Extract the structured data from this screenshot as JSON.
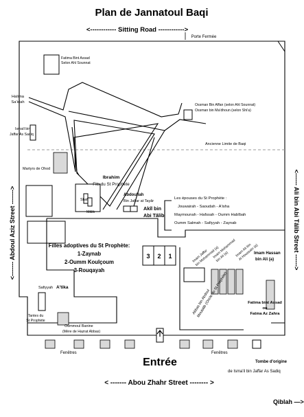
{
  "title": "Plan de Jannatoul Baqi",
  "roads": {
    "top": "<------------ Sitting Road ------------>",
    "bottom": "< ------- Abou Zhahr Street -------- >",
    "left": "<------- Abdoul Aziz Street ------->",
    "right": "<------ Ali bin Abi Tâlib Street ------>",
    "qiblah": "Qiblah —>"
  },
  "gate": "Porte Fermée",
  "entrance": "Entrée",
  "windows": [
    "Fenêtres",
    "Fenêtres"
  ],
  "labels": {
    "fatima_assad": [
      "Fatima Bint Assad",
      "Selon Ahl Sounnat"
    ],
    "halima": [
      "Halima",
      "Sa'idah"
    ],
    "ismail": [
      "Ismaïl bin",
      "Jaffar As Sadiq"
    ],
    "martyrs": "Martyrs de Ohod",
    "ossman": [
      "Ossman Bin Affan (selon Ahl Sounnat)",
      "Ossman bin Ma'dhoun (selon Shi'a)"
    ],
    "ancienne": "Ancienne Limite de Baqi",
    "ibrahim": [
      "Ibrahim",
      "Fils du St Prophète"
    ],
    "shafi": "Shafi",
    "malik": "Mâlik",
    "abdoullah": [
      "Abdoullah",
      "Bin Jaffar at Tayâr"
    ],
    "akil": [
      "Akîl bin",
      "Abi Tâlib"
    ],
    "epouses": [
      "Les épouses du St Prophète :",
      "Jouwairah - Saoudah - A'isha",
      "Maymounah - Hafssah - Oumm Habîbah",
      "Oumm Salmah - Safiyyah - Zaynab"
    ],
    "filles": [
      "Filles adoptives du St Prophète:",
      "1-Zaynab",
      "2-Oumm Koulçoum",
      "3-Rouqayah"
    ],
    "graves_123": [
      "3",
      "2",
      "1"
    ],
    "imam_jaffar": [
      "Imam Jaffar",
      "bin Mohammad (a)"
    ],
    "imam_mohammad": [
      "Imam Mohammad",
      "bin Ali (a)"
    ],
    "imam_ali": [
      "Imam Ali bin",
      "Al Houssaïn (a)"
    ],
    "imam_hassan": [
      "Imam Hassan",
      "bin Ali (a)"
    ],
    "abbas": [
      "Abbas bin Abdoul",
      "Moutalib (Oncle du St Prophète)"
    ],
    "fatima_zahra": [
      "Fatima bint Assad",
      "ou",
      "Fatma Az Zahra"
    ],
    "safiyyah": "Safiyyah",
    "atika": "A'tika",
    "tantes": [
      "Tantes du",
      "St Prophète"
    ],
    "oummoul": [
      "Oummoul Banine",
      "(Mère de Hazrat Abbas)"
    ],
    "tombe": [
      "Tombe d'origine",
      "de Isma'il bin Jaffar As Sadiq"
    ]
  }
}
